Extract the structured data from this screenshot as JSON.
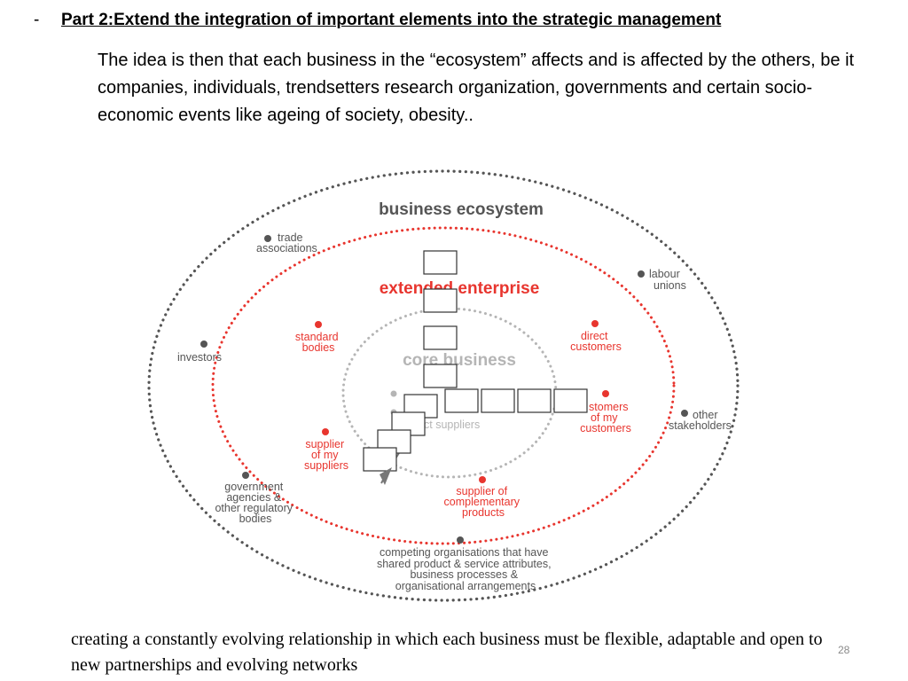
{
  "slide": {
    "bullet": "-",
    "heading": "Part 2:Extend the integration of important elements into the strategic management",
    "intro": "The idea is then that each business in the “ecosystem” affects and is affected by the others, be it companies, individuals, trendsetters research organization, governments and certain socio-economic events like ageing of society, obesity..",
    "footer": "creating a constantly evolving relationship in which each business must be flexible, adaptable and open to new partnerships and evolving networks",
    "page_number": "28"
  },
  "diagram": {
    "outer_title": "business ecosystem",
    "middle_title": "extended enterprise",
    "inner_title": "core business",
    "inner_partial_label": "ct suppliers",
    "outer_labels": {
      "trade_associations": [
        "trade",
        "associations"
      ],
      "labour_unions": [
        "labour",
        "unions"
      ],
      "investors": [
        "investors"
      ],
      "other_stakeholders": [
        "other",
        "stakeholders"
      ],
      "government": [
        "government",
        "agencies &",
        "other regulatory",
        "bodies"
      ],
      "competing": [
        "competing organisations that have",
        "shared product & service attributes,",
        "business processes &",
        "organisational arrangements"
      ]
    },
    "middle_labels": {
      "standard_bodies": [
        "standard",
        "bodies"
      ],
      "direct_customers": [
        "direct",
        "customers"
      ],
      "customers_of_my_customers": [
        "stomers",
        "of my",
        "customers"
      ],
      "supplier_of_my_suppliers": [
        "supplier",
        "of my",
        "suppliers"
      ],
      "supplier_of_complementary": [
        "supplier of",
        "complementary",
        "products"
      ]
    },
    "colors": {
      "grey": "#555555",
      "red": "#e8352e",
      "light_grey_dots": "#b5b5b5",
      "box_border": "#333333"
    }
  }
}
